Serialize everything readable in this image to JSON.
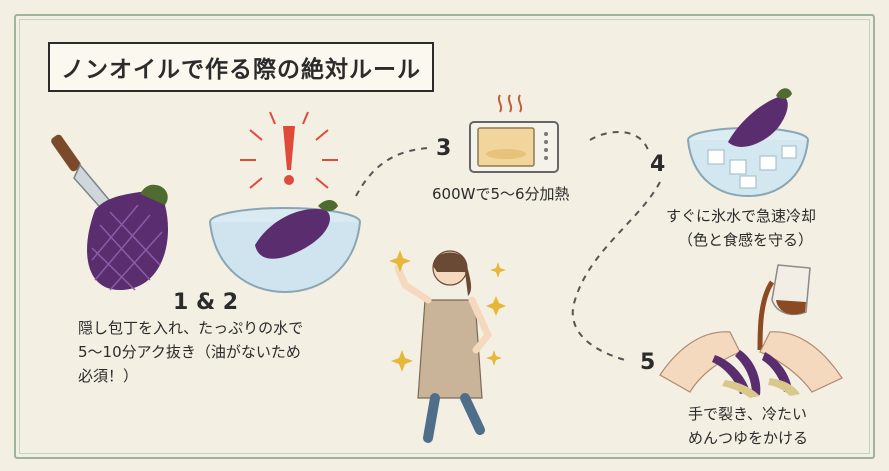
{
  "title": "ノンオイルで作る際の絶対ルール",
  "steps": {
    "s12": {
      "number": "1 & 2",
      "line1": "隠し包丁を入れ、たっぷりの水で",
      "line2": "5〜10分アク抜き（油がないため",
      "line3": "必須！）"
    },
    "s3": {
      "number": "3",
      "text": "600Wで5〜6分加熱"
    },
    "s4": {
      "number": "4",
      "line1": "すぐに氷水で急速冷却",
      "line2": "（色と食感を守る）"
    },
    "s5": {
      "number": "5",
      "line1": "手で裂き、冷たい",
      "line2": "めんつゆをかける"
    }
  },
  "colors": {
    "frame": "#9fb59a",
    "eggplant": "#5a2d6e",
    "alert": "#e04a3a",
    "background": "#f4efe3"
  },
  "icons": [
    "knife-icon",
    "eggplant-icon",
    "exclamation-icon",
    "water-bowl-icon",
    "microwave-icon",
    "ice-bowl-icon",
    "woman-cheering-icon",
    "hands-tearing-icon",
    "sauce-pitcher-icon"
  ]
}
